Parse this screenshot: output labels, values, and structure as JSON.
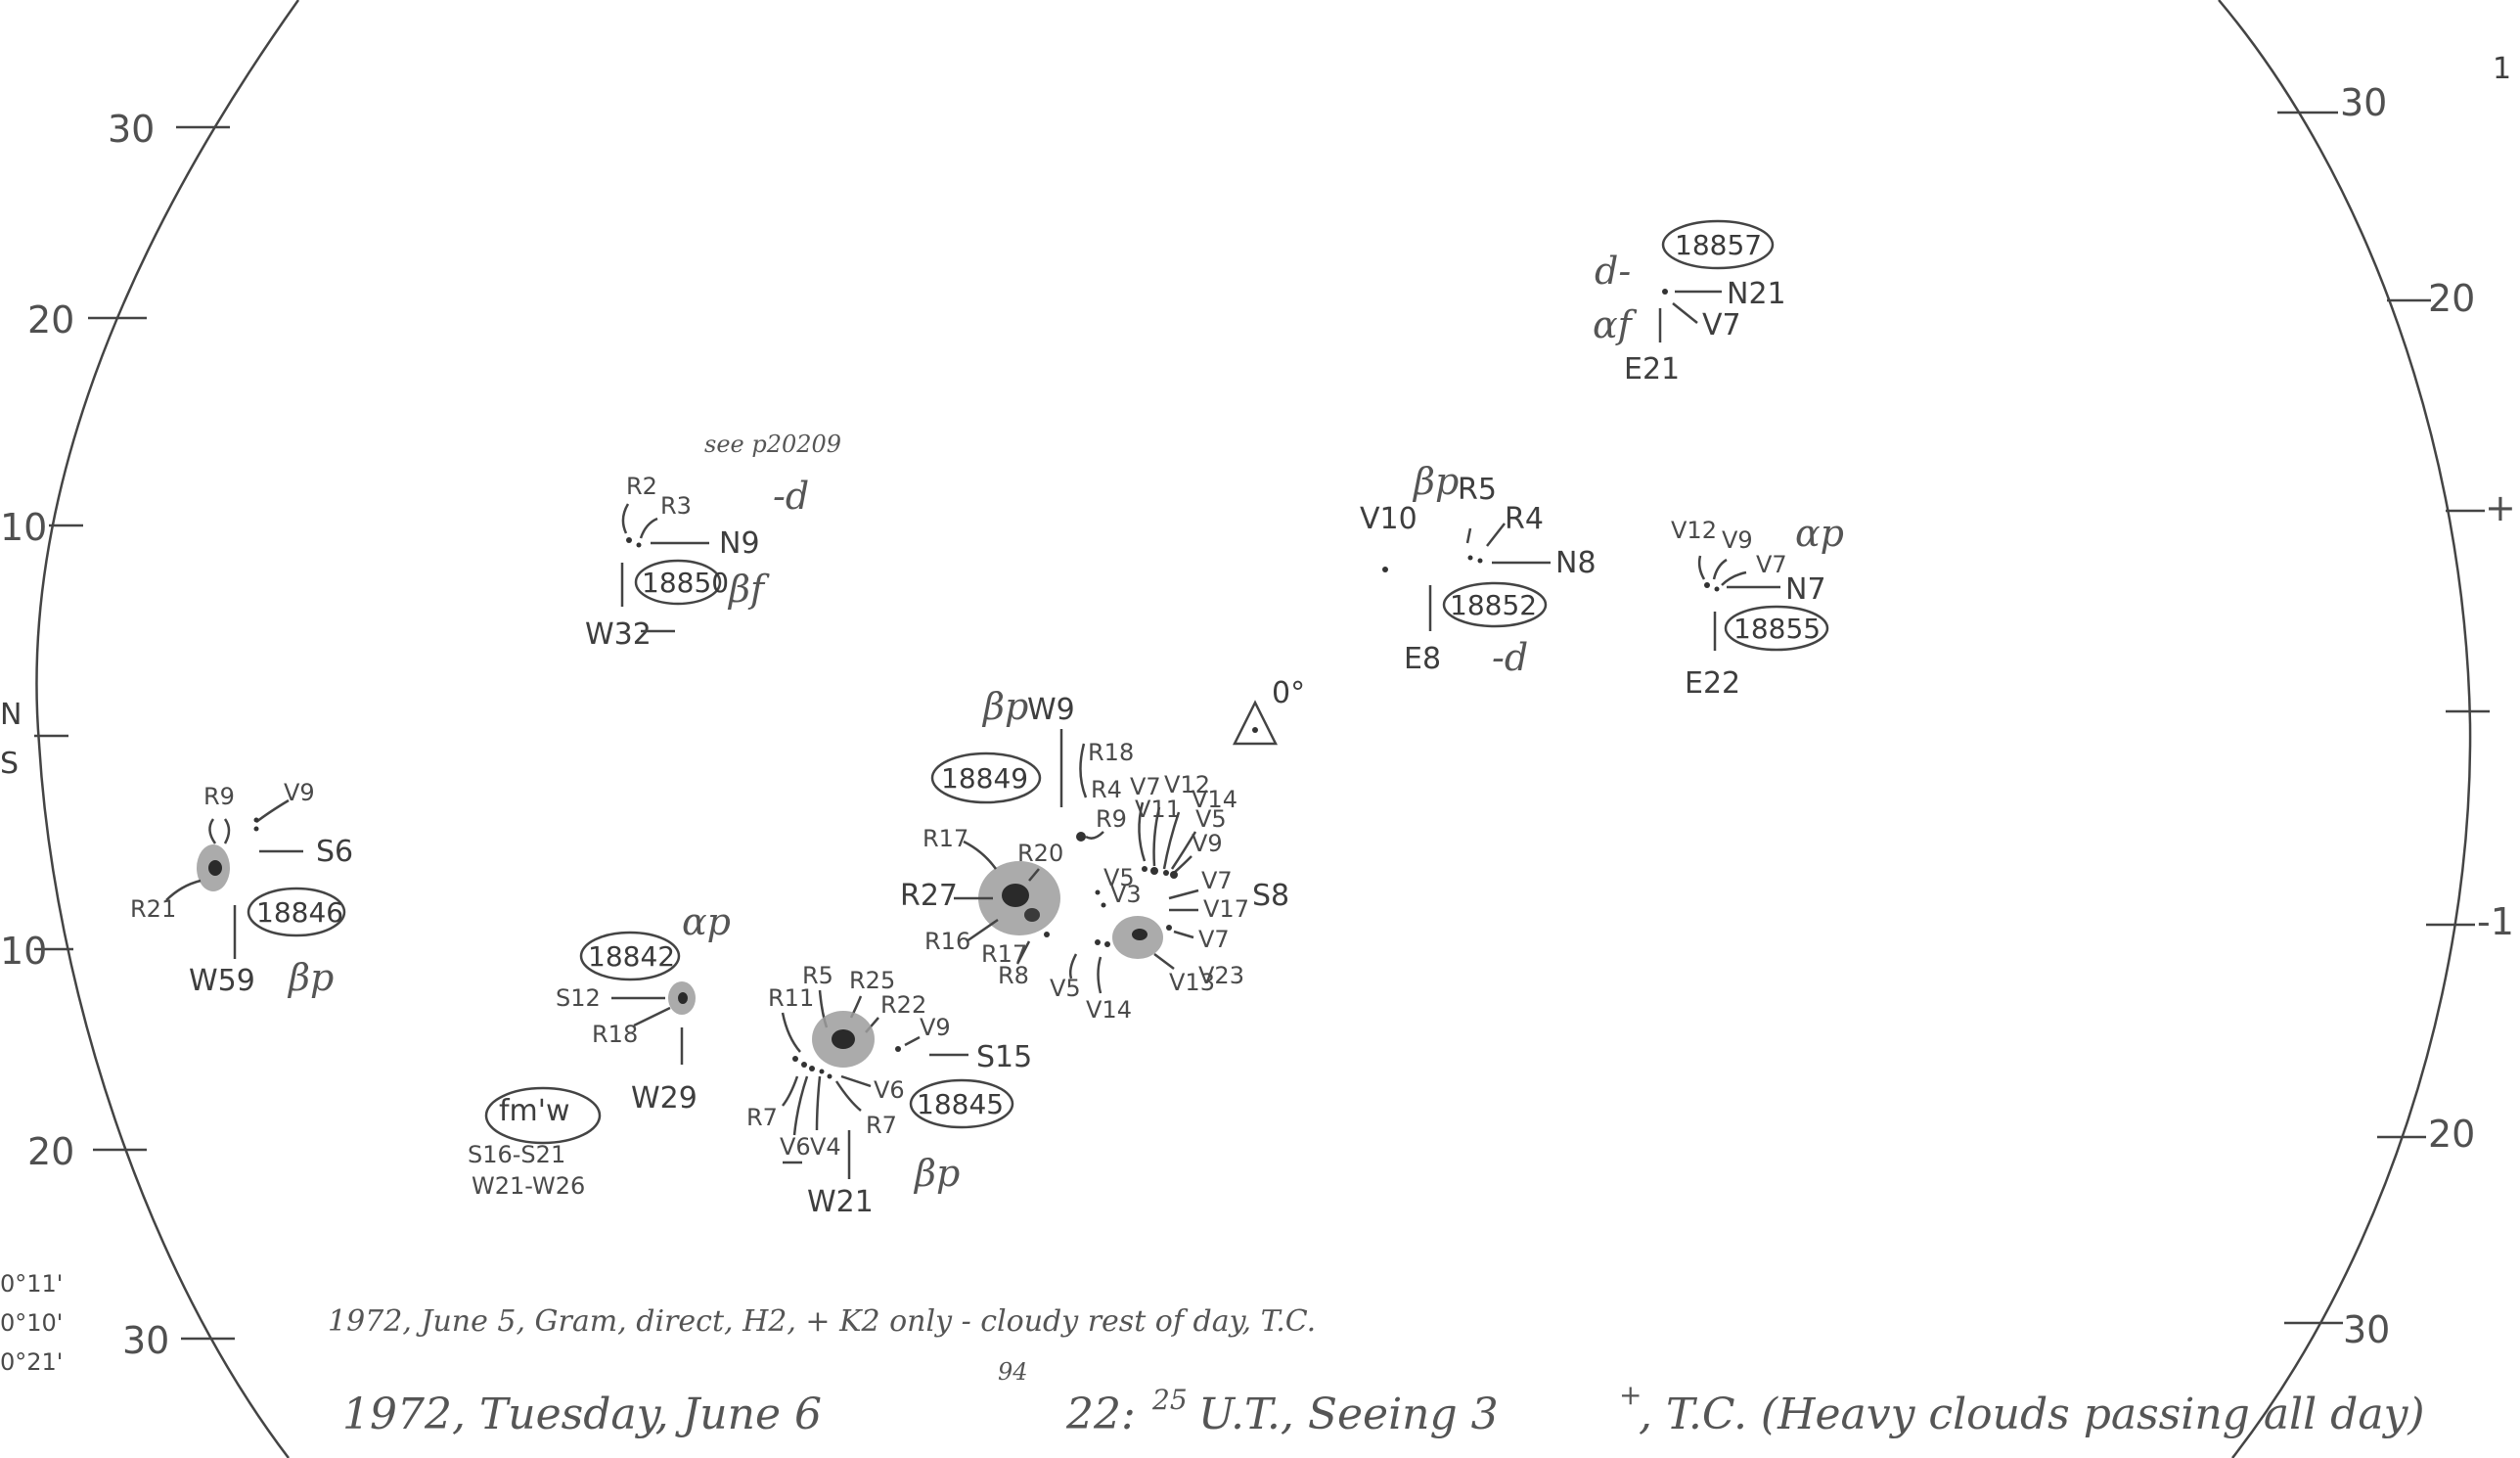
{
  "left_ticks": [
    "30",
    "20",
    "10",
    "10",
    "20",
    "30"
  ],
  "right_ticks": [
    "30",
    "20",
    "+",
    "-1",
    "20",
    "30"
  ],
  "edge_marks": [
    "N",
    "S",
    "0°11'",
    "0°10'",
    "0°21'",
    "1"
  ],
  "regions": {
    "r18857": {
      "id": "18857",
      "labels": [
        "d-",
        "N21",
        "V7",
        "αf",
        "E21"
      ]
    },
    "r18850": {
      "id": "18850",
      "labels": [
        "R2",
        "R3",
        "N9",
        "-d",
        "W32",
        "βf"
      ],
      "note": "see p20209"
    },
    "r18852": {
      "id": "18852",
      "labels": [
        "V10",
        "βp",
        "R5",
        "R4",
        "N8",
        "E8",
        "-d"
      ]
    },
    "r18855": {
      "id": "18855",
      "labels": [
        "V12",
        "V9",
        "V7",
        "αp",
        "N7",
        "E22"
      ]
    },
    "r18849": {
      "id": "18849",
      "labels": [
        "βp",
        "W9",
        "R18",
        "R4",
        "V7",
        "V12",
        "V14",
        "V5",
        "V9",
        "V11",
        "R9",
        "R17",
        "R20",
        "R27",
        "R16",
        "R17",
        "R8",
        "V5",
        "V3",
        "V7",
        "V17",
        "S8",
        "V7",
        "V13",
        "V23",
        "V5",
        "V14"
      ]
    },
    "r18846": {
      "id": "18846",
      "labels": [
        "R9",
        "V9",
        "S6",
        "R21",
        "W59",
        "βp"
      ]
    },
    "r18842": {
      "id": "18842",
      "labels": [
        "αp",
        "S12",
        "R18",
        "W29"
      ]
    },
    "r18845": {
      "id": "18845",
      "labels": [
        "R11",
        "R5",
        "R25",
        "R22",
        "V9",
        "S15",
        "V6",
        "R7",
        "R7",
        "V6",
        "V4",
        "W21",
        "βp"
      ]
    }
  },
  "other_notes": {
    "fmw": "fm'w",
    "fmw_sub1": "S16-S21",
    "fmw_sub2": "W21-W26",
    "triangle_note": "0°"
  },
  "footer": {
    "line1": "1972, June 5, Gram, direct, H2, + K2 only - cloudy rest of day, T.C.",
    "line2_main": "1972, Tuesday, June 6",
    "line2_sup": "94",
    "line2_time": "22:",
    "line2_time_sup": "25",
    "line2_rest": "U.T., Seeing 3",
    "line2_plus": "+",
    "line2_end": ", T.C. (Heavy clouds passing all day)"
  }
}
